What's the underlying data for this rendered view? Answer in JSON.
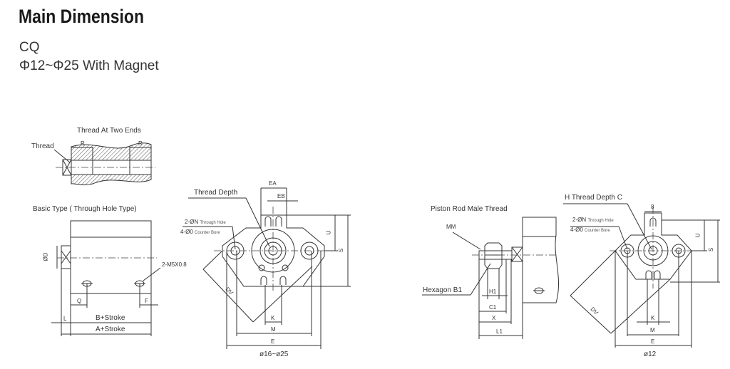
{
  "heading": "Main Dimension",
  "model": "CQ",
  "subtitle": "Φ12~Φ25 With Magnet",
  "thread_detail": {
    "title": "Thread At Two Ends",
    "thread": "Thread",
    "r1": "R",
    "r2": "R"
  },
  "basic_type": {
    "title": "Basic Type ( Through Hole Type)",
    "port": "2-M5X0.8",
    "d": "ØD",
    "q": "Q",
    "f": "F",
    "l": "L",
    "b": "B+Stroke",
    "a": "A+Stroke"
  },
  "front_16_25": {
    "ea": "EA",
    "eb": "EB",
    "thread_depth": "Thread Depth",
    "n_hole": "2-ØN",
    "n_hole_note": "Through Hole",
    "o_bore": "4-Ø0",
    "o_bore_note": "Counter Bore",
    "u": "U",
    "s": "S",
    "dv": "DV",
    "k": "K",
    "m": "M",
    "e": "E",
    "caption": "ø16~ø25"
  },
  "rod_thread": {
    "title": "Piston Rod Male Thread",
    "mm": "MM",
    "hex": "Hexagon B1",
    "h1": "H1",
    "c1": "C1",
    "x": "X",
    "l1": "L1"
  },
  "front_12": {
    "w": "8",
    "thread_depth": "H Thread Depth C",
    "n_hole": "2-ØN",
    "n_hole_note": "Through Hole",
    "o_bore": "4-Ø0",
    "o_bore_note": "Counter Bore",
    "u": "U",
    "s": "S",
    "dv": "DV",
    "k": "K",
    "m": "M",
    "e": "E",
    "caption": "ø12"
  }
}
